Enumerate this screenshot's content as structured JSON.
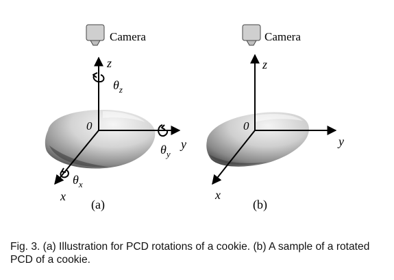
{
  "panel_a": {
    "camera_label": "Camera",
    "origin_label": "0",
    "axis_x": "x",
    "axis_y": "y",
    "axis_z": "z",
    "theta_x": "θx",
    "theta_y": "θy",
    "theta_z": "θz",
    "panel_label": "(a)"
  },
  "panel_b": {
    "camera_label": "Camera",
    "origin_label": "0",
    "axis_x": "x",
    "axis_y": "y",
    "axis_z": "z",
    "panel_label": "(b)"
  },
  "caption": "Fig. 3. (a) Illustration for PCD rotations of a cookie. (b) A sample of a rotated PCD of a cookie.",
  "colors": {
    "ink": "#000000",
    "camera_body": "#cfcfcf",
    "cookie_light": "#f2f2f2",
    "cookie_dark": "#4a4a4a"
  }
}
